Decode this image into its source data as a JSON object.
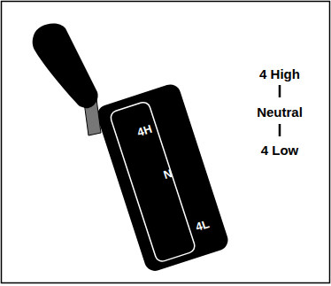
{
  "diagram": {
    "labels": [
      "4H",
      "N",
      "4L",
      "4 High",
      "Neutral",
      "4 Low"
    ]
  }
}
